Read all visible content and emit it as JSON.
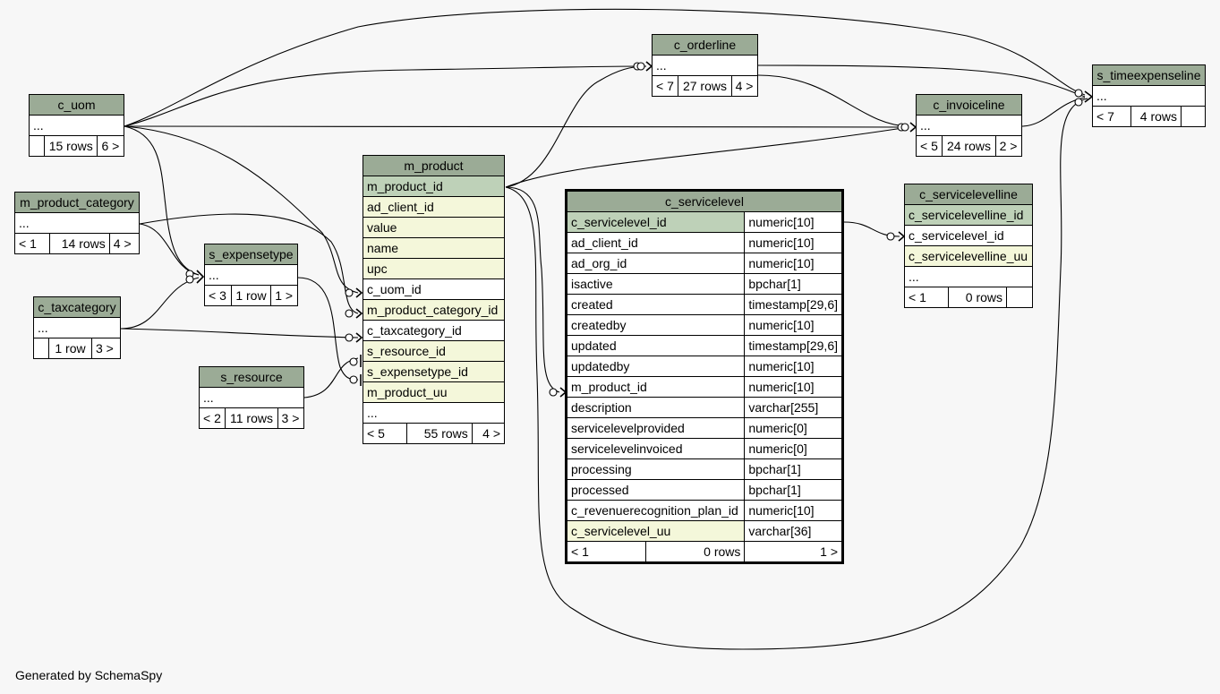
{
  "footer": "Generated by SchemaSpy",
  "tables": {
    "c_orderline": {
      "name": "c_orderline",
      "cols": [
        "..."
      ],
      "parents": "< 7",
      "rows": "27 rows",
      "children": "4 >"
    },
    "s_timeexpenseline": {
      "name": "s_timeexpenseline",
      "cols": [
        "..."
      ],
      "parents": "< 7",
      "rows": "4 rows",
      "children": ""
    },
    "c_invoiceline": {
      "name": "c_invoiceline",
      "cols": [
        "..."
      ],
      "parents": "< 5",
      "rows": "24 rows",
      "children": "2 >"
    },
    "c_uom": {
      "name": "c_uom",
      "cols": [
        "..."
      ],
      "parents": "",
      "rows": "15 rows",
      "children": "6 >"
    },
    "m_product_category": {
      "name": "m_product_category",
      "cols": [
        "..."
      ],
      "parents": "< 1",
      "rows": "14 rows",
      "children": "4 >"
    },
    "s_expensetype": {
      "name": "s_expensetype",
      "cols": [
        "..."
      ],
      "parents": "< 3",
      "rows": "1 row",
      "children": "1 >"
    },
    "c_taxcategory": {
      "name": "c_taxcategory",
      "cols": [
        "..."
      ],
      "parents": "",
      "rows": "1 row",
      "children": "3 >"
    },
    "s_resource": {
      "name": "s_resource",
      "cols": [
        "..."
      ],
      "parents": "< 2",
      "rows": "11 rows",
      "children": "3 >"
    },
    "m_product": {
      "name": "m_product",
      "cols": [
        "m_product_id",
        "ad_client_id",
        "value",
        "name",
        "upc",
        "c_uom_id",
        "m_product_category_id",
        "c_taxcategory_id",
        "s_resource_id",
        "s_expensetype_id",
        "m_product_uu",
        "..."
      ],
      "parents": "< 5",
      "rows": "55 rows",
      "children": "4 >"
    },
    "c_servicelevel": {
      "name": "c_servicelevel",
      "cols": [
        "c_servicelevel_id",
        "ad_client_id",
        "ad_org_id",
        "isactive",
        "created",
        "createdby",
        "updated",
        "updatedby",
        "m_product_id",
        "description",
        "servicelevelprovided",
        "servicelevelinvoiced",
        "processing",
        "processed",
        "c_revenuerecognition_plan_id",
        "c_servicelevel_uu"
      ],
      "types": [
        "numeric[10]",
        "numeric[10]",
        "numeric[10]",
        "bpchar[1]",
        "timestamp[29,6]",
        "numeric[10]",
        "timestamp[29,6]",
        "numeric[10]",
        "numeric[10]",
        "varchar[255]",
        "numeric[0]",
        "numeric[0]",
        "bpchar[1]",
        "bpchar[1]",
        "numeric[10]",
        "varchar[36]"
      ],
      "parents": "< 1",
      "rows": "0 rows",
      "children": "1 >"
    },
    "c_servicelevelline": {
      "name": "c_servicelevelline",
      "cols": [
        "c_servicelevelline_id",
        "c_servicelevel_id",
        "c_servicelevelline_uu",
        "..."
      ],
      "parents": "< 1",
      "rows": "0 rows",
      "children": ""
    }
  }
}
